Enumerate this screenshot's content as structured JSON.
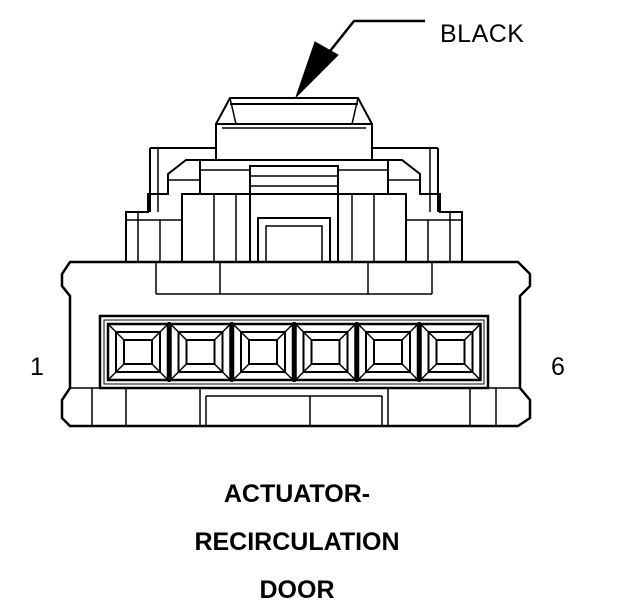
{
  "connector": {
    "color_label": "BLACK",
    "pin_first": "1",
    "pin_last": "6",
    "pin_count": 6,
    "title_lines": [
      "ACTUATOR-",
      "RECIRCULATION",
      "DOOR"
    ]
  },
  "colors": {
    "ink": "#000000",
    "background": "#ffffff"
  }
}
